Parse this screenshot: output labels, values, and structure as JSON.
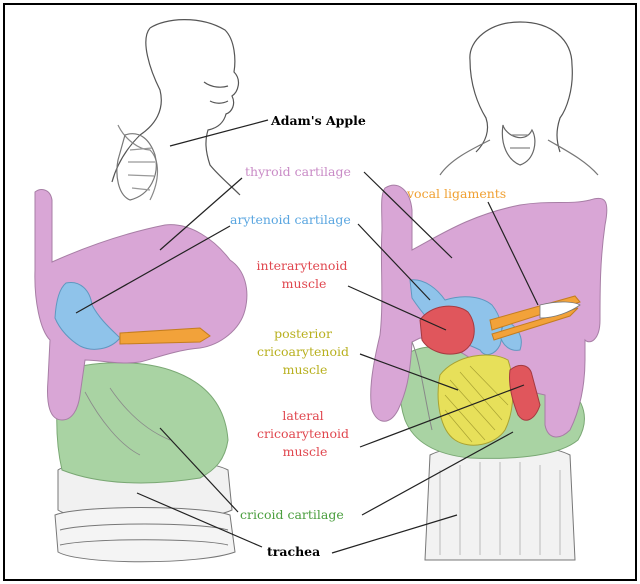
{
  "labels": {
    "adams_apple": "Adam's Apple",
    "thyroid_cartilage": "thyroid cartilage",
    "arytenoid_cartilage": "arytenoid cartilage",
    "vocal_ligaments": "vocal ligaments",
    "interarytenoid_line1": "interarytenoid",
    "interarytenoid_line2": "muscle",
    "posterior_line1": "posterior",
    "posterior_line2": "cricoarytenoid",
    "posterior_line3": "muscle",
    "lateral_line1": "lateral",
    "lateral_line2": "cricoarytenoid",
    "lateral_line3": "muscle",
    "cricoid_cartilage": "cricoid cartilage",
    "trachea": "trachea"
  },
  "colors": {
    "thyroid": "#d9a6d6",
    "arytenoid": "#8fc3ea",
    "vocal": "#f2a23a",
    "interarytenoid": "#e0565c",
    "posterior": "#e7e05a",
    "lateral": "#e0565c",
    "cricoid": "#a9d3a3",
    "trachea": "#eeeeee",
    "black_label": "#000000",
    "thyroid_label": "#c98bc6",
    "arytenoid_label": "#5aa6e0",
    "vocal_label": "#f0a032",
    "red_label": "#e0474f",
    "yellow_label": "#b8b01f",
    "green_label": "#4a9e3e"
  }
}
